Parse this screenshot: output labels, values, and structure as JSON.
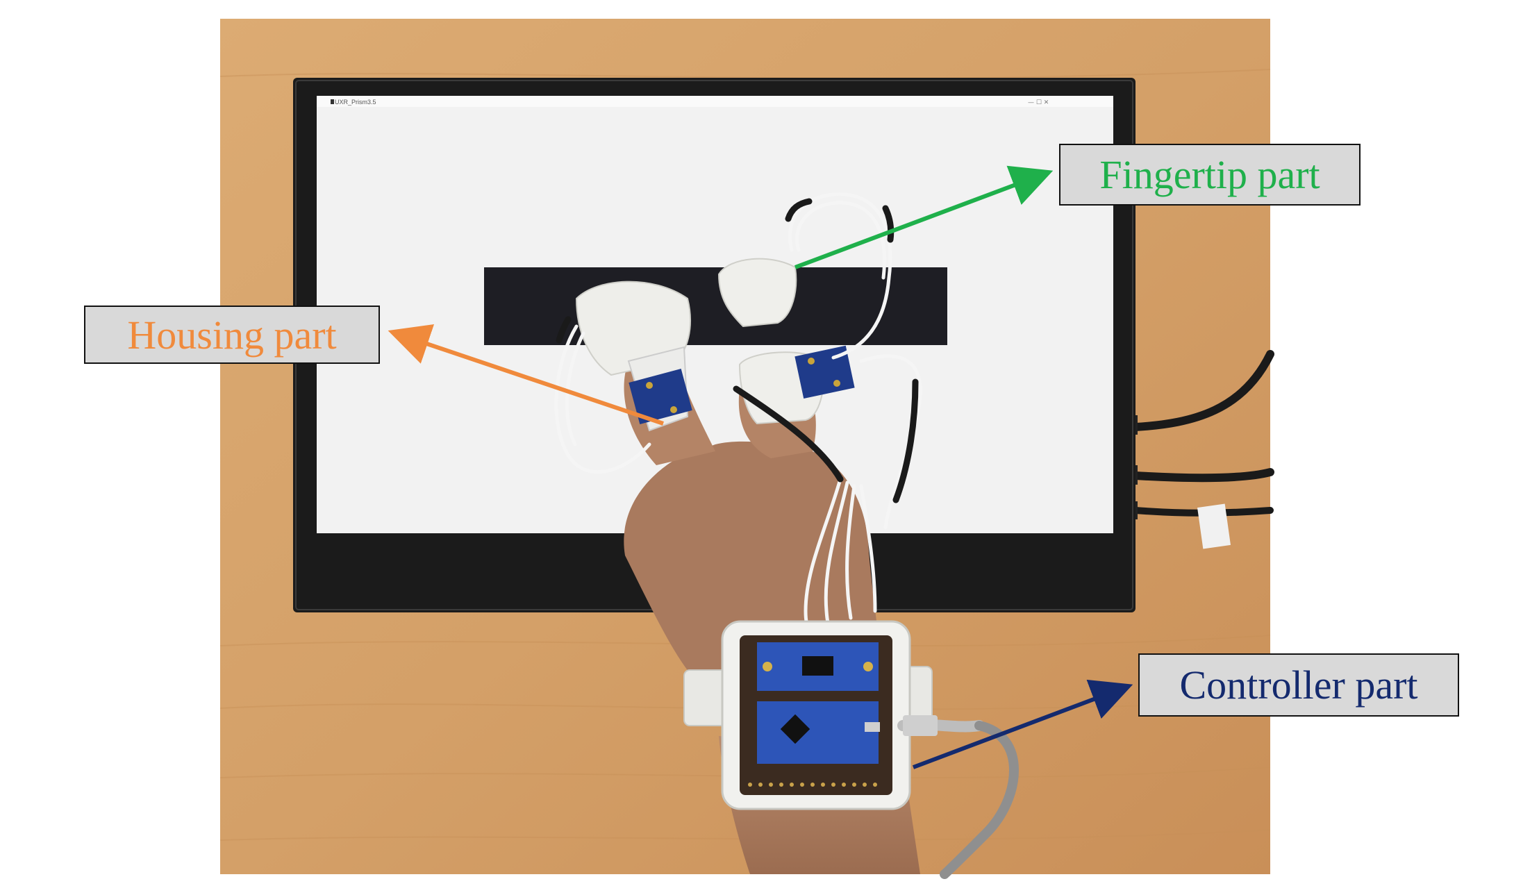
{
  "labels": {
    "fingertip": {
      "text": "Fingertip part",
      "color": "#1fb04b"
    },
    "housing": {
      "text": "Housing part",
      "color": "#f08a3c"
    },
    "controller": {
      "text": "Controller part",
      "color": "#142a6e"
    }
  },
  "screen": {
    "window_title": "UXR_Prism3.5"
  },
  "colors": {
    "desk": "#d8a46a",
    "monitor_bezel": "#1b1b1b",
    "screen": "#f2f2f2",
    "label_box": "#d9d9d9"
  }
}
